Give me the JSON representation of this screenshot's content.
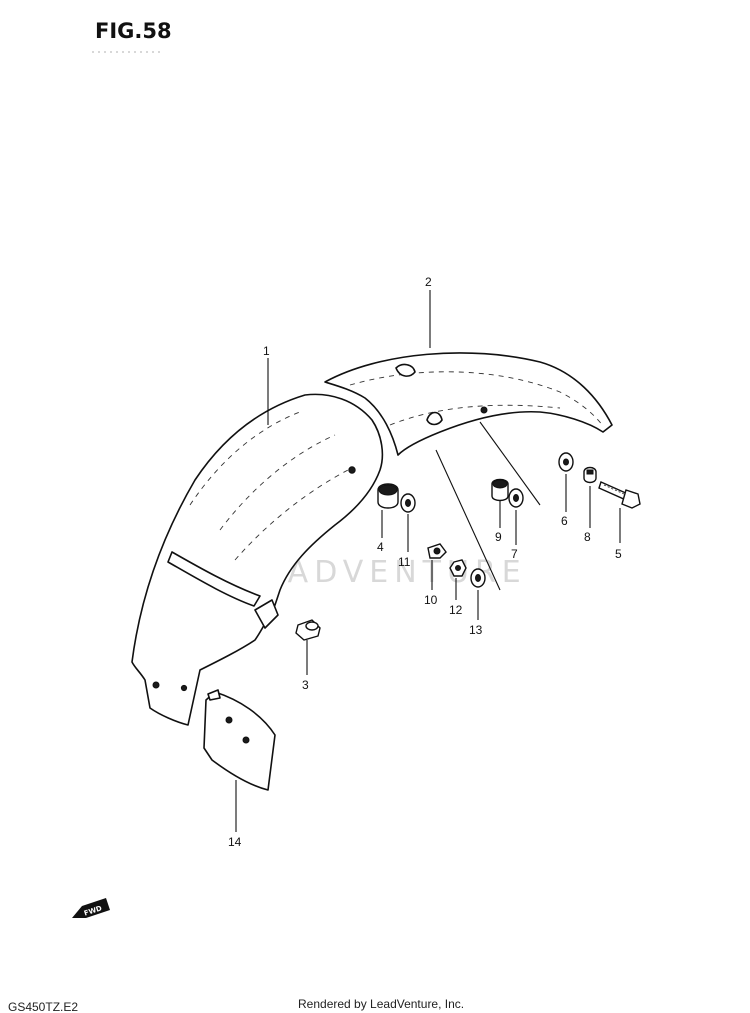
{
  "figure_label": "FIG.58",
  "model_code": "GS450TZ.E2",
  "footer": "Rendered by LeadVenture, Inc.",
  "watermark": "LEADVENTURE",
  "fwd_label": "FWD",
  "callouts": [
    "1",
    "2",
    "3",
    "4",
    "5",
    "6",
    "7",
    "8",
    "9",
    "10",
    "11",
    "12",
    "13",
    "14"
  ]
}
